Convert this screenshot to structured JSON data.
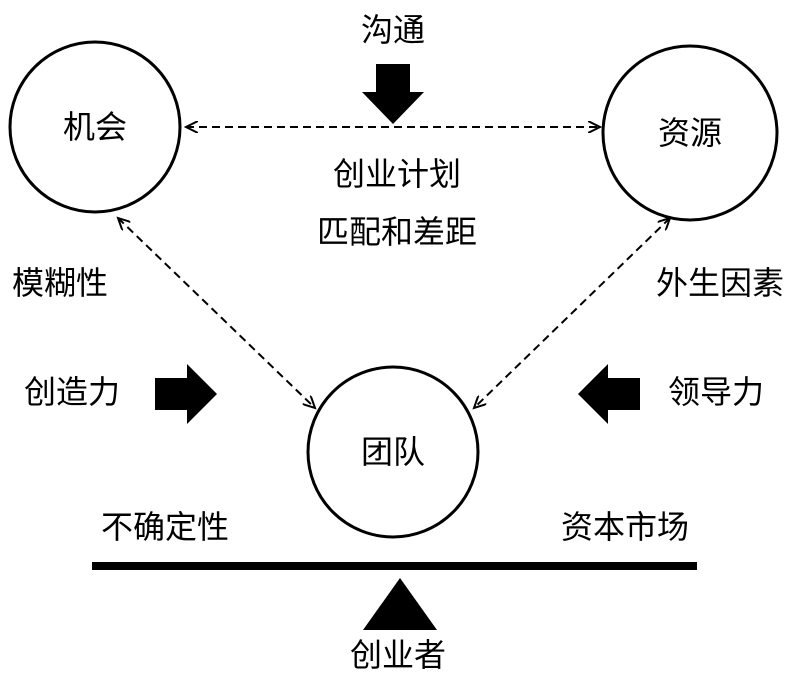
{
  "nodes": {
    "opportunity": "机会",
    "resources": "资源",
    "team": "团队"
  },
  "labels": {
    "communication": "沟通",
    "business_plan": "创业计划",
    "fit_and_gap": "匹配和差距",
    "ambiguity": "模糊性",
    "creativity": "创造力",
    "exogenous_factors": "外生因素",
    "leadership": "领导力",
    "uncertainty": "不确定性",
    "capital_market": "资本市场",
    "entrepreneur": "创业者"
  },
  "colors": {
    "ink": "#000000",
    "background": "#ffffff"
  }
}
